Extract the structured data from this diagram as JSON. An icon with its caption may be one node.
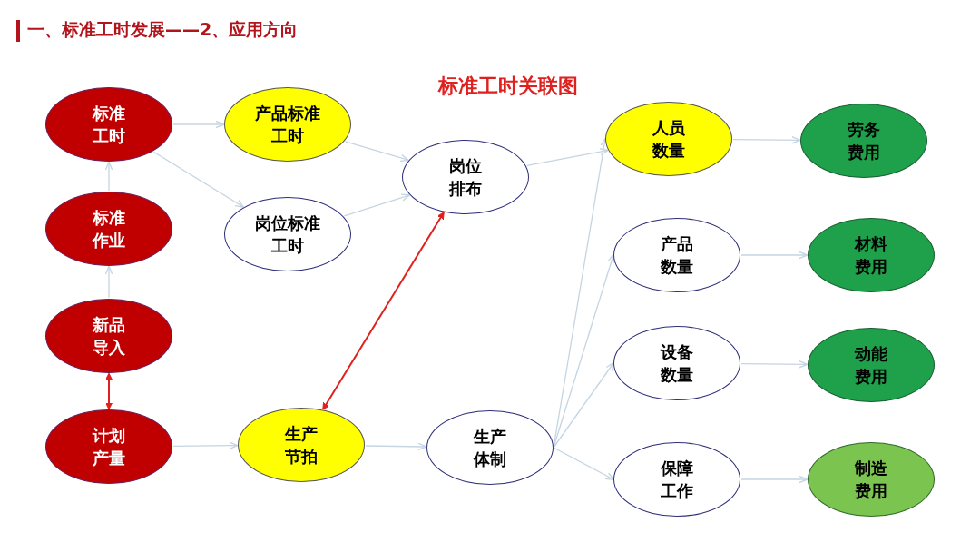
{
  "diagram": {
    "title": "一、标准工时发展——2、应用方向",
    "nodes": [
      {
        "text": [
          "标准工时"
        ]
      },
      {
        "text": [
          "产品标准工时"
        ]
      },
      {
        "text": [
          "岗位排布"
        ]
      },
      {
        "text": [
          "人员数量"
        ]
      },
      {
        "text": [
          "劳务费用"
        ]
      },
      {
        "text": [
          "标准作业"
        ]
      },
      {
        "text": [
          "岗位标准工时"
        ]
      },
      {
        "text": [
          "产品数量"
        ]
      },
      {
        "text": [
          "材料费用"
        ]
      },
      {
        "text": [
          "新品导入"
        ]
      },
      {
        "text": [
          "设备数量"
        ]
      },
      {
        "text": [
          "动能费用"
        ]
      },
      {
        "text": [
          "计划产量"
        ]
      },
      {
        "text": [
          "生产节拍"
        ]
      },
      {
        "text": [
          "生产体制"
        ]
      },
      {
        "text": [
          "保障工作"
        ]
      },
      {
        "text": [
          "制造费用"
        ]
      }
    ],
    "edges": [
      {
        "from": 9,
        "to": 5,
        "arrow": "to"
      },
      {
        "from": 5,
        "to": 0,
        "arrow": "to"
      },
      {
        "from": 0,
        "to": 1,
        "arrow": "to"
      },
      {
        "from": 0,
        "to": 6,
        "arrow": "to"
      },
      {
        "from": 1,
        "to": 2,
        "arrow": "to"
      },
      {
        "from": 6,
        "to": 2,
        "arrow": "to"
      },
      {
        "from": 9,
        "to": 12,
        "arrow": "both",
        "color": "#e0201e"
      },
      {
        "from": 12,
        "to": 13,
        "arrow": "to"
      },
      {
        "from": 13,
        "to": 2,
        "arrow": "both",
        "color": "#e0201e"
      },
      {
        "from": 2,
        "to": 3,
        "arrow": "to"
      },
      {
        "from": 13,
        "to": 14,
        "arrow": "to"
      },
      {
        "from": 14,
        "to": 3,
        "arrow": "to"
      },
      {
        "from": 14,
        "to": 7,
        "arrow": "to"
      },
      {
        "from": 14,
        "to": 10,
        "arrow": "to"
      },
      {
        "from": 14,
        "to": 15,
        "arrow": "to"
      },
      {
        "from": 3,
        "to": 4,
        "arrow": "to"
      },
      {
        "from": 7,
        "to": 8,
        "arrow": "to"
      },
      {
        "from": 10,
        "to": 11,
        "arrow": "to"
      },
      {
        "from": 15,
        "to": 16,
        "arrow": "to"
      }
    ],
    "labels": [
      "标准工时关联图"
    ]
  }
}
